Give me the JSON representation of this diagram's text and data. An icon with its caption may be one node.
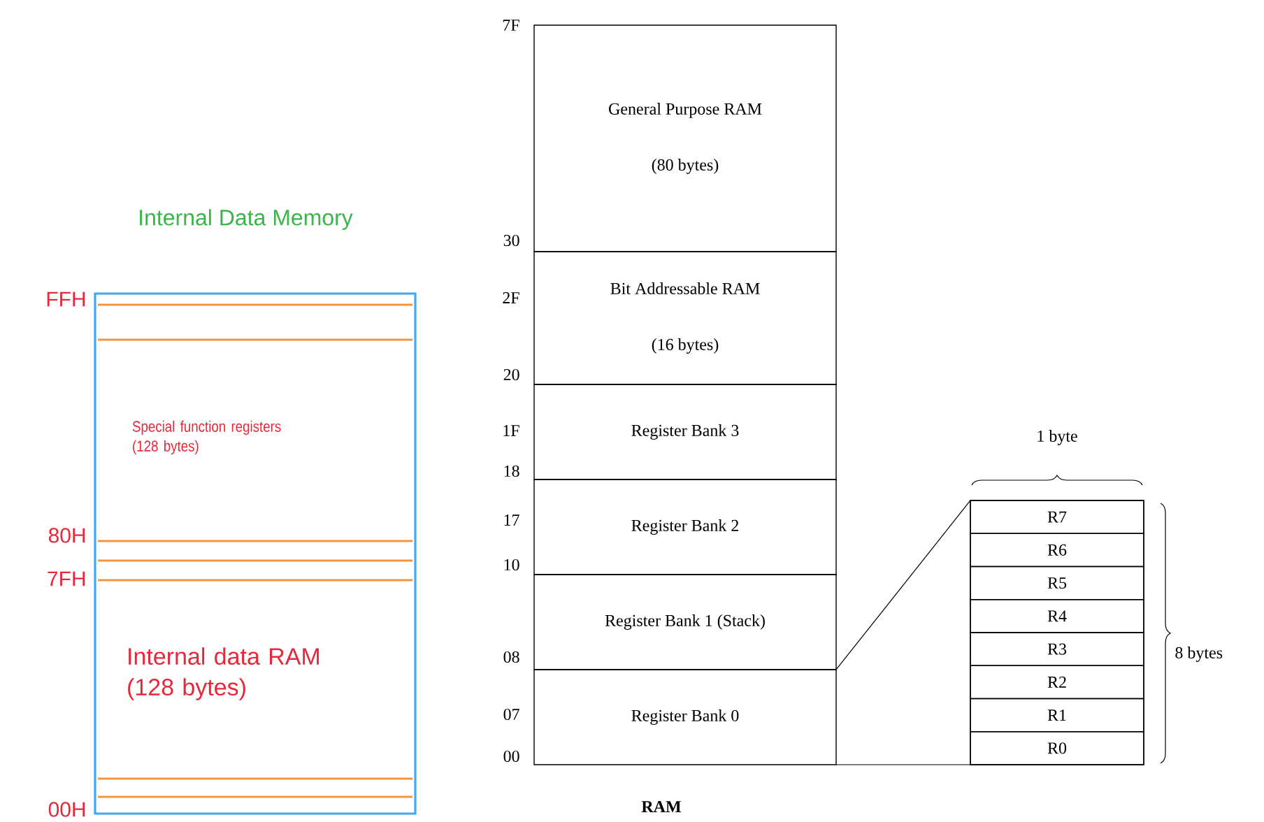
{
  "diagram": {
    "nodes": [
      {
        "text": [
          "Internal Data Memory"
        ]
      },
      {
        "text": [
          "Special function registers (128 bytes)"
        ],
        "in": 0
      },
      {
        "text": [
          "Internal data RAM (128 bytes)"
        ],
        "in": 0
      },
      {
        "text": [
          "General Purpose RAM",
          "(80 bytes)"
        ]
      },
      {
        "text": [
          "Bit Addressable RAM",
          "(16 bytes)"
        ]
      },
      {
        "text": [
          "Register Bank 3"
        ]
      },
      {
        "text": [
          "Register Bank 2"
        ]
      },
      {
        "text": [
          "Register Bank 1 (Stack)"
        ]
      },
      {
        "text": [
          "Register Bank 0"
        ]
      },
      {
        "text": [],
        "shape": "box"
      },
      {
        "text": [
          "R7"
        ],
        "in": 9
      },
      {
        "text": [
          "R6"
        ],
        "in": 9
      },
      {
        "text": [
          "R5"
        ],
        "in": 9
      },
      {
        "text": [
          "R4"
        ],
        "in": 9
      },
      {
        "text": [
          "R3"
        ],
        "in": 9
      },
      {
        "text": [
          "R2"
        ],
        "in": 9
      },
      {
        "text": [
          "R1"
        ],
        "in": 9
      },
      {
        "text": [
          "R0"
        ],
        "in": 9
      }
    ],
    "edges": [
      {
        "from": 8,
        "to": 9,
        "arrow": "none"
      },
      {
        "from": 8,
        "to": 9,
        "arrow": "none"
      }
    ],
    "labels": [
      "FFH",
      "80H",
      "7FH",
      "00H",
      "7F",
      "30",
      "2F",
      "20",
      "1F",
      "18",
      "17",
      "10",
      "08",
      "07",
      "00",
      "RAM",
      "1 byte",
      "8 bytes"
    ]
  }
}
